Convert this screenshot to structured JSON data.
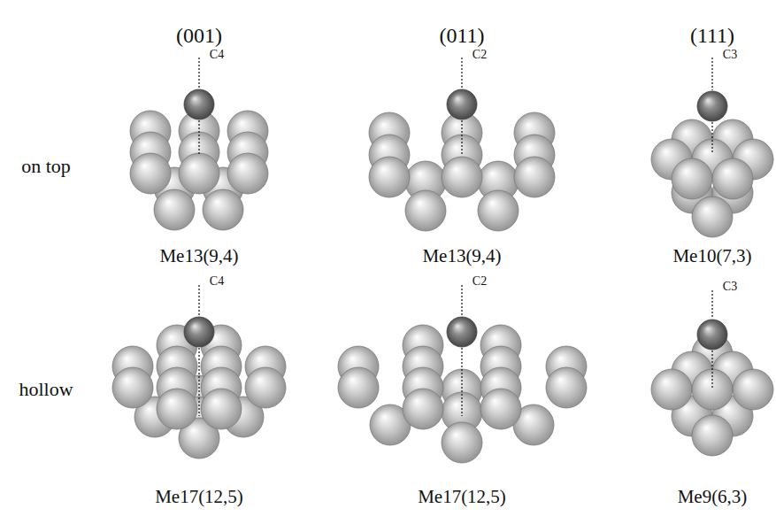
{
  "diagram": {
    "labels": [
      "(001)",
      "(011)",
      "(111)",
      "on top",
      "hollow",
      "C4",
      "C2",
      "C3",
      "C4",
      "C2",
      "C3",
      "Me13(9,4)",
      "Me13(9,4)",
      "Me10(7,3)",
      "Me17(12,5)",
      "Me17(12,5)",
      "Me9(6,3)"
    ]
  }
}
